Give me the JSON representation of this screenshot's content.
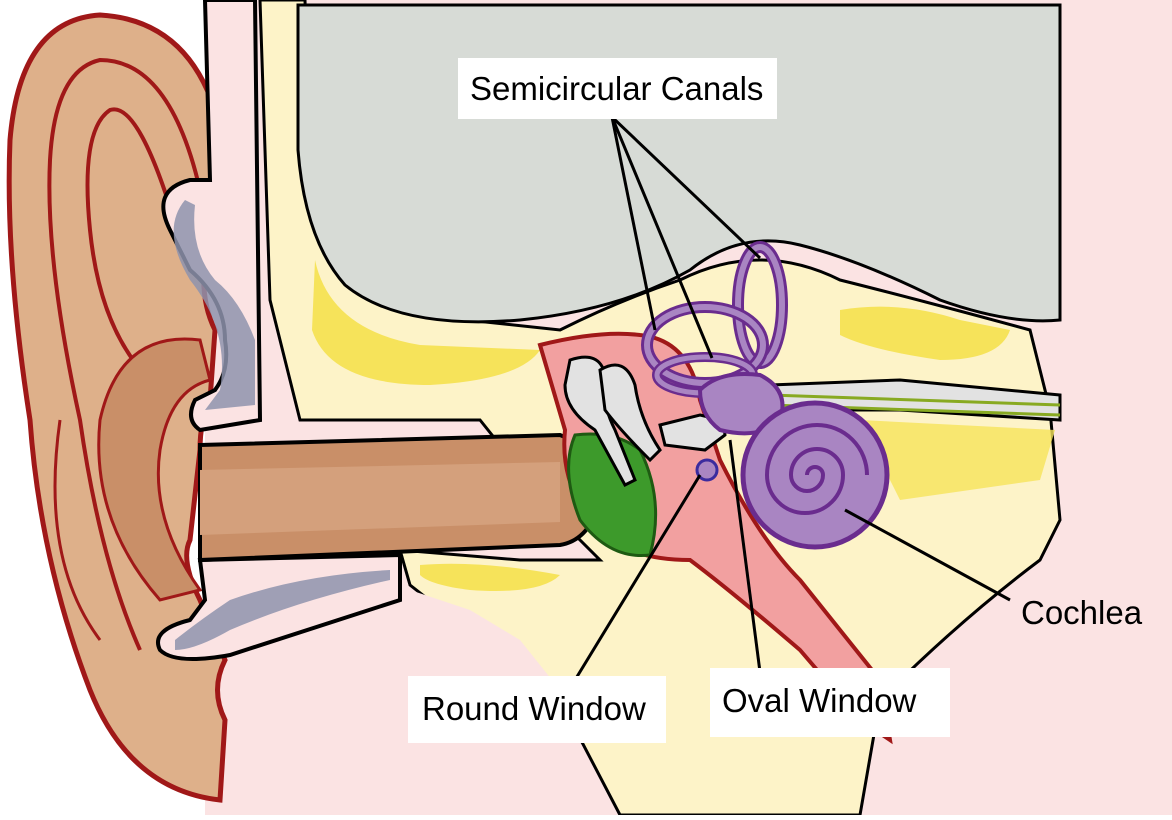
{
  "labels": {
    "semicircular_canals": "Semicircular Canals",
    "cochlea": "Cochlea",
    "round_window": "Round Window",
    "oval_window": "Oval Window"
  },
  "colors": {
    "skin": "#deb08a",
    "skin_dark": "#c98f68",
    "outline_red": "#a01818",
    "cartilage": "#8e93ad",
    "soft_tissue": "#fbe3e3",
    "bone": "#fdf3c8",
    "bone_yellow": "#f6e35a",
    "brain": "#d7dbd6",
    "middle_ear": "#f2a0a0",
    "eardrum": "#3d9a2b",
    "ossicles": "#e2e2e2",
    "inner_ear": "#a985c2",
    "inner_ear_stroke": "#6a2c8e",
    "nerve": "#88aa22"
  }
}
